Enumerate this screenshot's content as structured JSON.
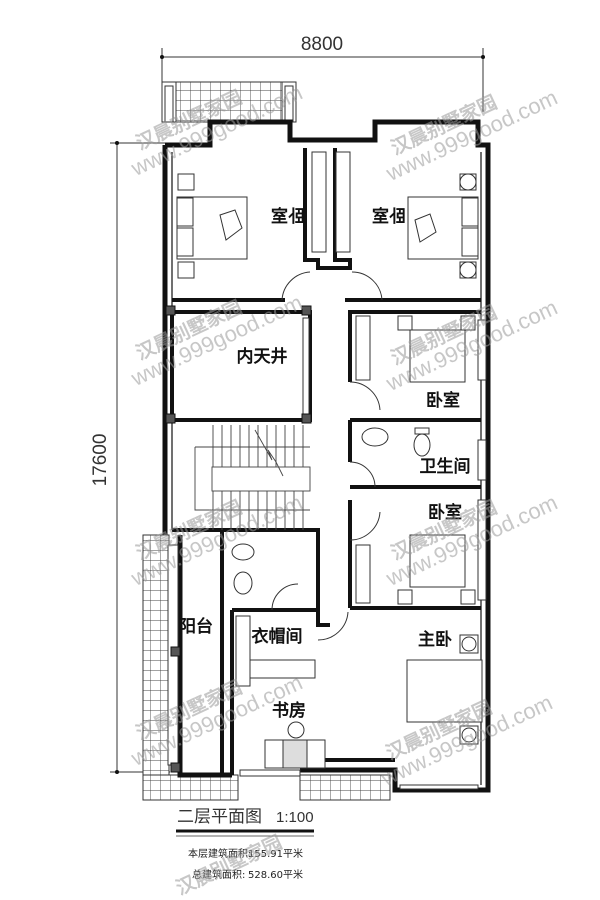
{
  "plan": {
    "title": "二层平面图",
    "scale": "1:100",
    "width_dimension": "8800",
    "height_dimension": "17600",
    "floor_area_label": "本层建筑面积:",
    "floor_area_value": "155.91平米",
    "total_area_label": "总建筑面积:",
    "total_area_value": "528.60平米"
  },
  "rooms": [
    {
      "id": "bedroom-nw",
      "label": "卧室",
      "mirrored": true
    },
    {
      "id": "bedroom-ne",
      "label": "卧室",
      "mirrored": true
    },
    {
      "id": "inner-courtyard",
      "label": "内天井"
    },
    {
      "id": "bedroom-east-1",
      "label": "卧室"
    },
    {
      "id": "bathroom",
      "label": "卫生间"
    },
    {
      "id": "bedroom-east-2",
      "label": "卧室"
    },
    {
      "id": "balcony",
      "label": "阳台"
    },
    {
      "id": "cloakroom",
      "label": "衣帽间"
    },
    {
      "id": "master-bedroom",
      "label": "主卧"
    },
    {
      "id": "study",
      "label": "书房"
    }
  ],
  "watermark": {
    "brand": "汉晨别墅家园",
    "url": "www.999good.com"
  },
  "colors": {
    "wall": "#111111",
    "column": "#555555",
    "line": "#333333",
    "watermark": "#9a9a9a"
  }
}
